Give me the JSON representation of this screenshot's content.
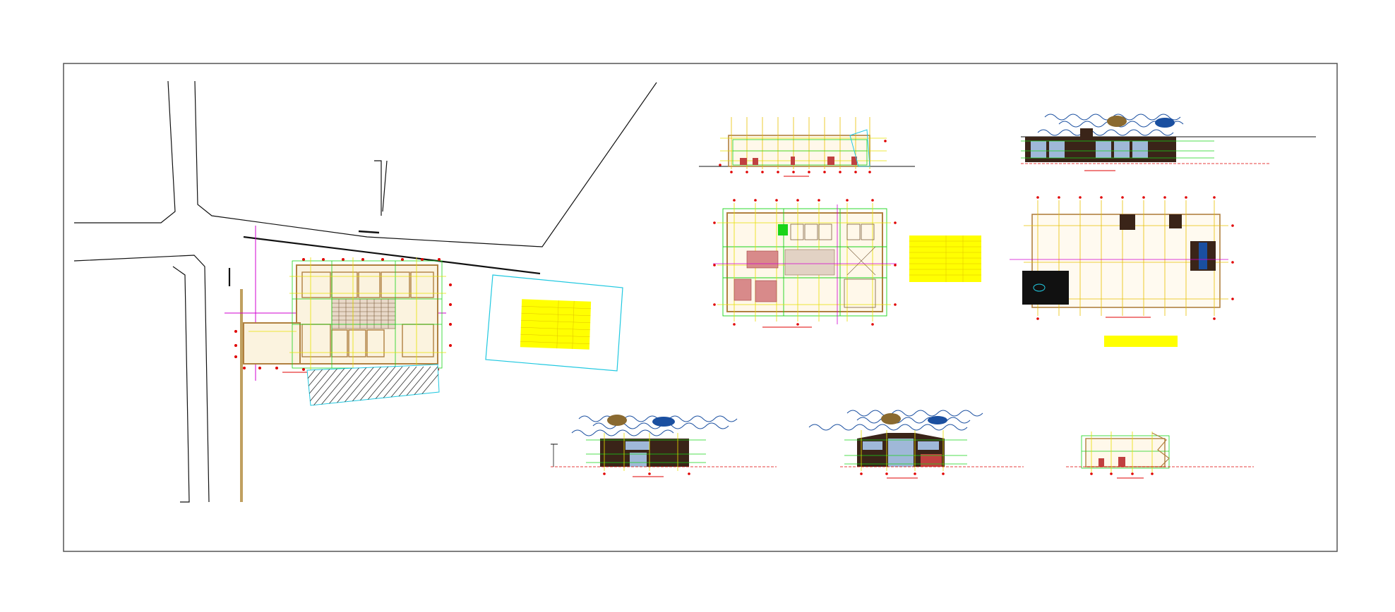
{
  "sheet": {
    "background": "#ffffff",
    "frame_color": "#555555",
    "colors": {
      "wall": "#b08040",
      "grid_yellow": "#e8e000",
      "grid_green": "#19d419",
      "dim_red": "#e00000",
      "magenta": "#d000d0",
      "cyan": "#20c8e0",
      "table_yellow": "#ffff00",
      "facade_dark": "#3a2418",
      "glass": "#9fb8d8",
      "cloud_blue": "#1a4fa0",
      "tree_brown": "#8a6a30",
      "hatch": "#303030"
    }
  },
  "drawings": [
    {
      "id": "site-plan",
      "label": ""
    },
    {
      "id": "section-top",
      "label": ""
    },
    {
      "id": "elevation-top-right",
      "label": ""
    },
    {
      "id": "floor-plan-second",
      "label": ""
    },
    {
      "id": "roof-plan",
      "label": ""
    },
    {
      "id": "elevation-front",
      "label": ""
    },
    {
      "id": "elevation-side",
      "label": ""
    },
    {
      "id": "section-small",
      "label": ""
    }
  ]
}
